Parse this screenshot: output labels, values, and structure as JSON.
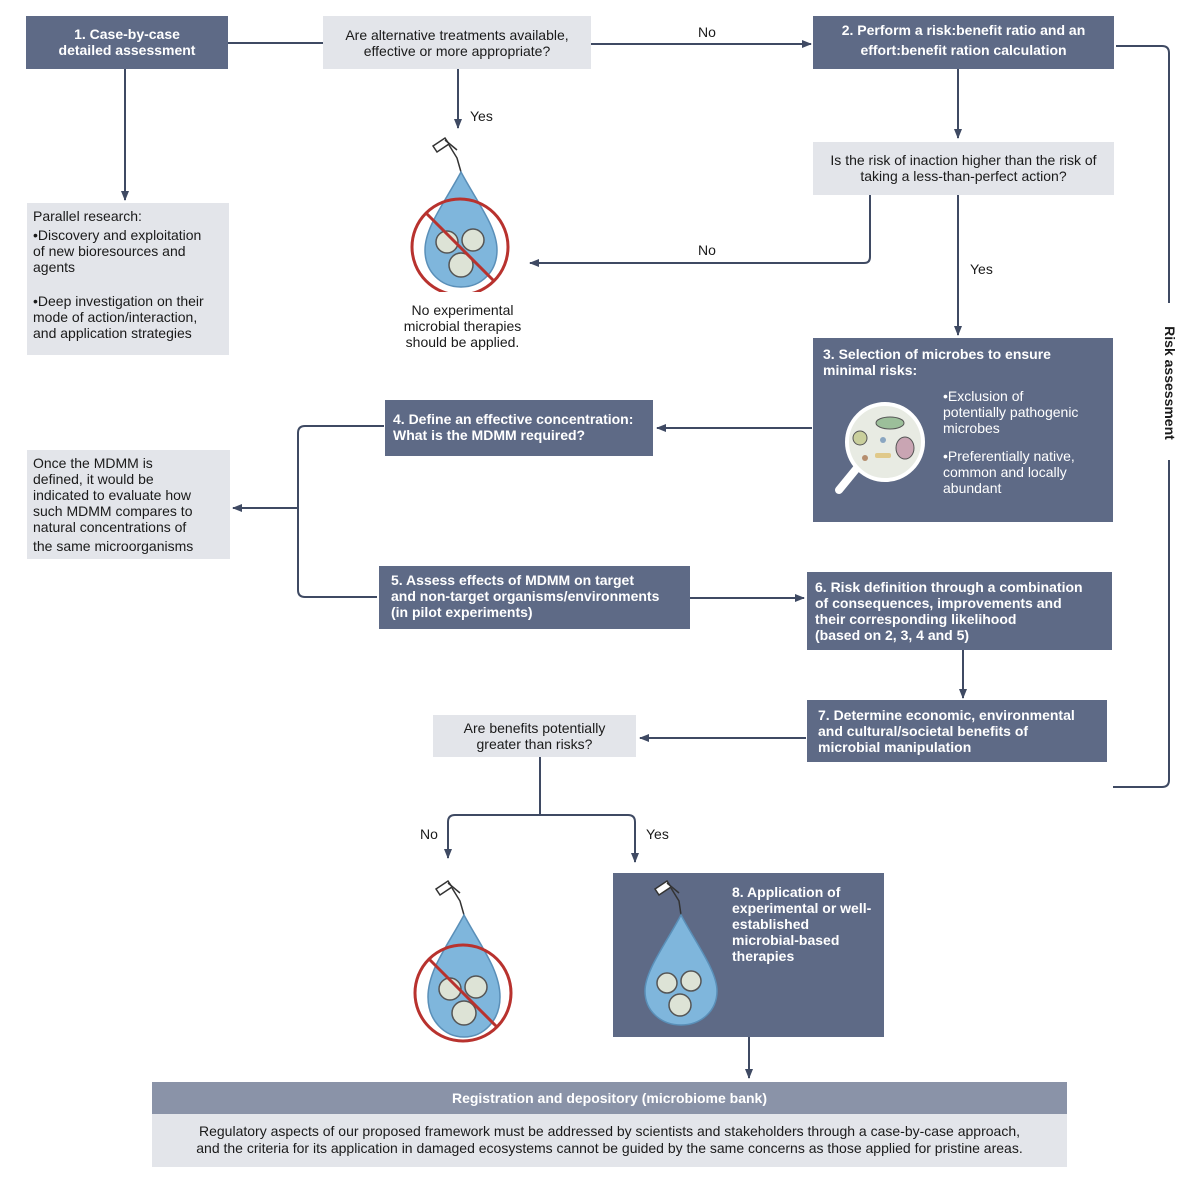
{
  "boxes": {
    "b1": [
      "1. Case-by-case",
      "detailed assessment"
    ],
    "q_alt": [
      "Are alternative treatments available,",
      "effective or more appropriate?"
    ],
    "b2": [
      "2. Perform a risk:benefit ratio and an",
      "effort:benefit ration calculation"
    ],
    "q_risk": [
      "Is the risk of inaction higher than the risk of",
      "taking a less-than-perfect action?"
    ],
    "parallel": {
      "title": "Parallel research:",
      "items": [
        [
          "•Discovery and exploitation",
          "of new bioresources and",
          "agents"
        ],
        [
          "•Deep investigation on their",
          "mode of action/interaction,",
          "and application strategies"
        ]
      ]
    },
    "no_therapy": [
      "No experimental",
      "microbial therapies",
      "should be applied."
    ],
    "b3": {
      "title": [
        "3. Selection of microbes to ensure",
        "minimal risks:"
      ],
      "items": [
        [
          "•Exclusion of",
          "potentially pathogenic",
          "microbes"
        ],
        [
          "•Preferentially native,",
          "common and locally",
          "abundant"
        ]
      ]
    },
    "b4": [
      "4. Define an effective concentration:",
      "What is the MDMM required?"
    ],
    "mdmm_note": [
      "Once the MDMM is",
      "defined, it would be",
      "indicated to evaluate how",
      "such MDMM compares to",
      "natural concentrations of",
      "the same microorganisms"
    ],
    "b5": [
      "5. Assess effects of MDMM on target",
      "and non-target organisms/environments",
      "(in pilot experiments)"
    ],
    "b6": [
      "6. Risk definition through a combination",
      "of consequences, improvements and",
      "their corresponding likelihood",
      "(based on 2, 3, 4 and 5)"
    ],
    "b7": [
      "7. Determine economic, environmental",
      "and cultural/societal benefits of",
      "microbial manipulation"
    ],
    "q_benefit": [
      "Are benefits potentially",
      "greater than risks?"
    ],
    "b8": [
      "8. Application of",
      "experimental or well-",
      "established",
      "microbial-based",
      "therapies"
    ],
    "registration": {
      "title": "Registration and depository (microbiome bank)",
      "text": [
        "Regulatory aspects of our proposed framework must be addressed by scientists and stakeholders through a case-by-case approach,",
        "and the criteria for its application in damaged ecosystems cannot be guided by the same concerns as those applied for pristine areas."
      ]
    }
  },
  "labels": {
    "no1": "No",
    "yes1": "Yes",
    "no2": "No",
    "yes2": "Yes",
    "no3": "No",
    "yes3": "Yes",
    "risk_assessment": "Risk assessment"
  },
  "colors": {
    "dark_box": "#5e6a86",
    "light_box": "#e3e5ea",
    "arrow": "#3f4a63",
    "drop": "#7fb6dc",
    "prohibition": "#b8322e"
  },
  "icons": [
    "pipette-icon",
    "water-drop-icon",
    "prohibition-icon",
    "magnifier-microbes-icon"
  ]
}
